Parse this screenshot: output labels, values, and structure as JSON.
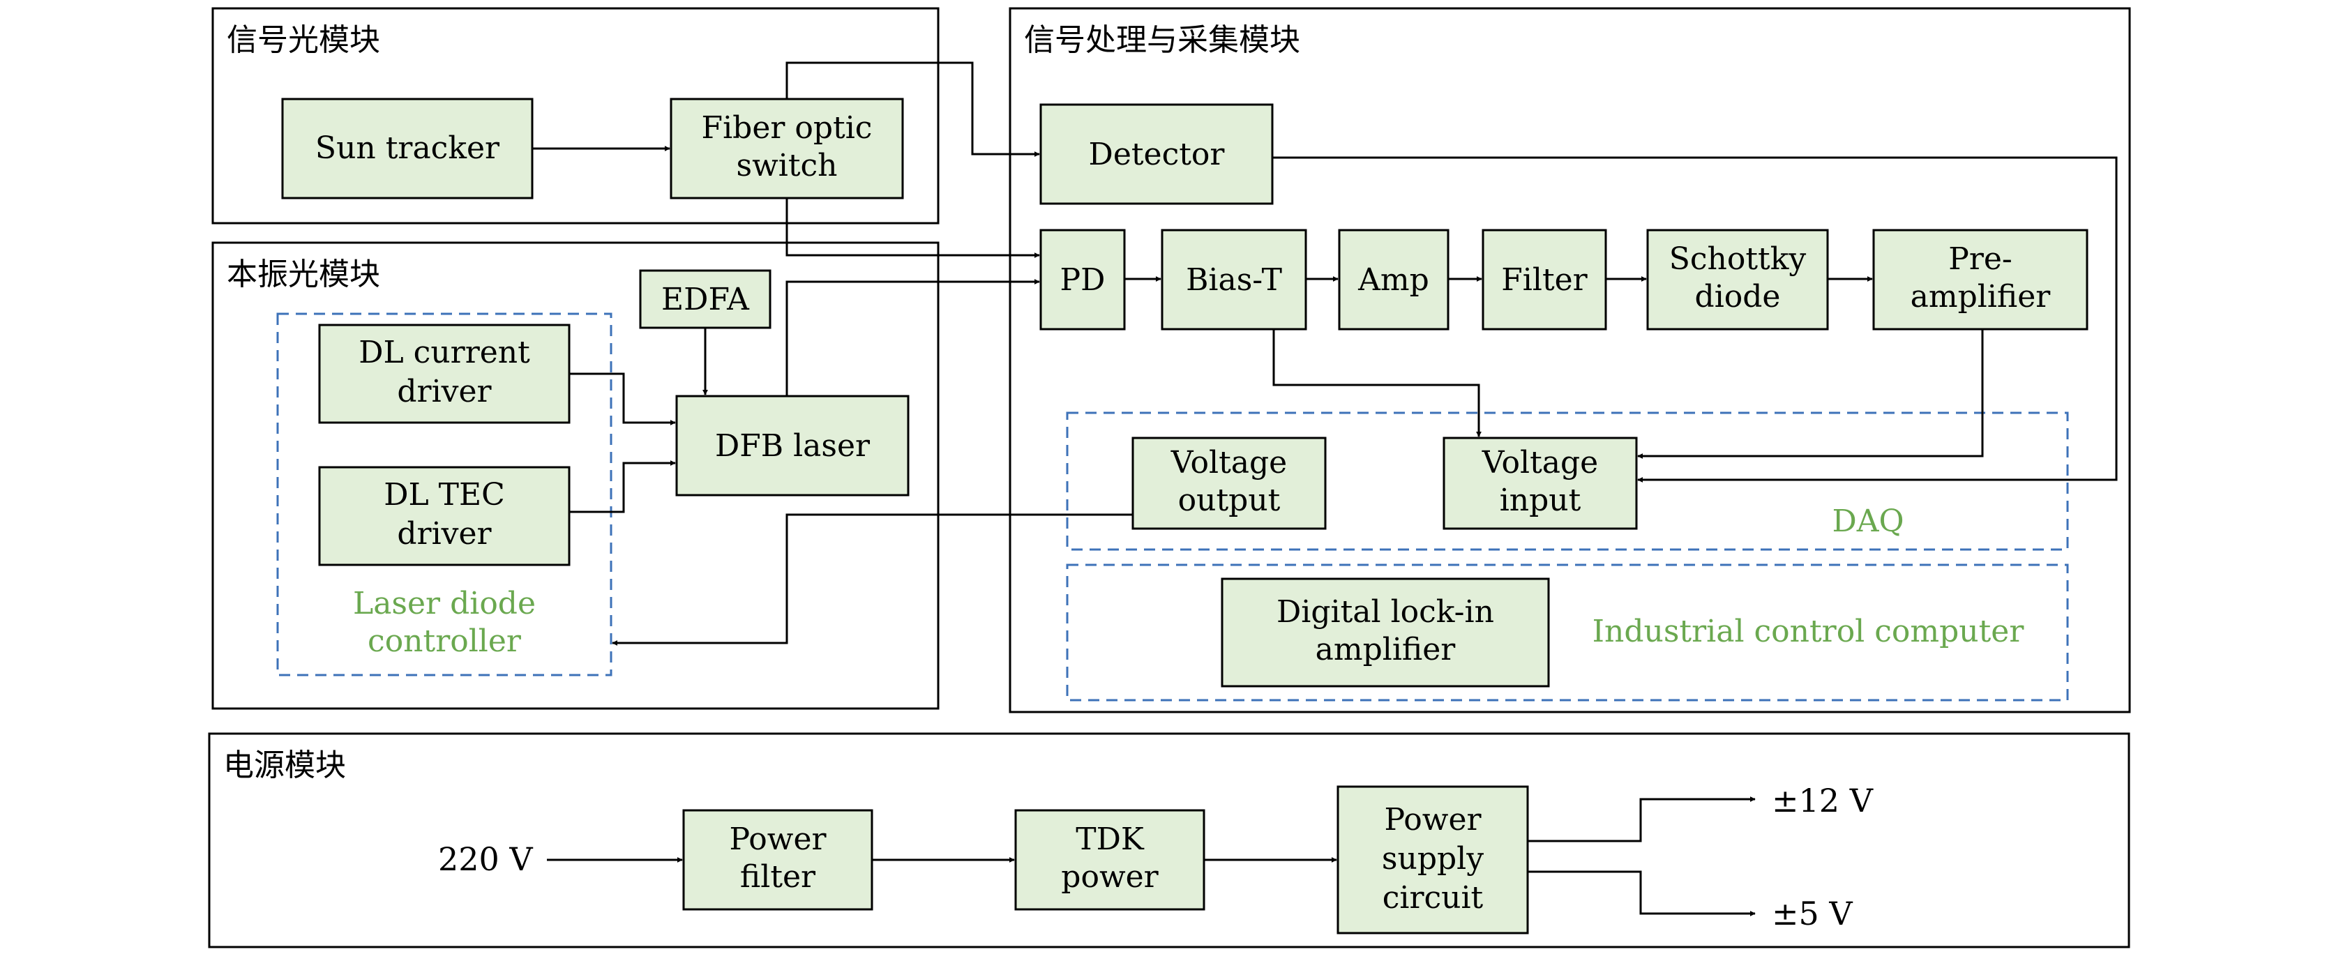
{
  "modules": {
    "signal_light": "信号光模块",
    "local_oscillator": "本振光模块",
    "signal_processing": "信号处理与采集模块",
    "power": "电源模块"
  },
  "blocks": {
    "sun_tracker": [
      "Sun tracker"
    ],
    "fiber_switch": [
      "Fiber optic",
      "switch"
    ],
    "edfa": [
      "EDFA"
    ],
    "dl_current": [
      "DL current",
      "driver"
    ],
    "dl_tec": [
      "DL TEC",
      "driver"
    ],
    "dfb_laser": [
      "DFB laser"
    ],
    "detector": [
      "Detector"
    ],
    "pd": [
      "PD"
    ],
    "bias_t": [
      "Bias-T"
    ],
    "amp": [
      "Amp"
    ],
    "filter": [
      "Filter"
    ],
    "schottky": [
      "Schottky",
      "diode"
    ],
    "preamp": [
      "Pre-",
      "amplifier"
    ],
    "voltage_output": [
      "Voltage",
      "output"
    ],
    "voltage_input": [
      "Voltage",
      "input"
    ],
    "lockin": [
      "Digital lock-in",
      "amplifier"
    ],
    "power_filter": [
      "Power",
      "filter"
    ],
    "tdk_power": [
      "TDK",
      "power"
    ],
    "power_supply": [
      "Power",
      "supply",
      "circuit"
    ]
  },
  "group_labels": {
    "laser_controller": [
      "Laser diode",
      "controller"
    ],
    "daq": "DAQ",
    "ipc": "Industrial control computer"
  },
  "power_io": {
    "input": "220 V",
    "out_12": "±12 V",
    "out_5": "±5 V"
  },
  "colors": {
    "block_fill": "#e2efd9",
    "group_label": "#6aa84f",
    "dashed_border": "#3d72b8"
  }
}
